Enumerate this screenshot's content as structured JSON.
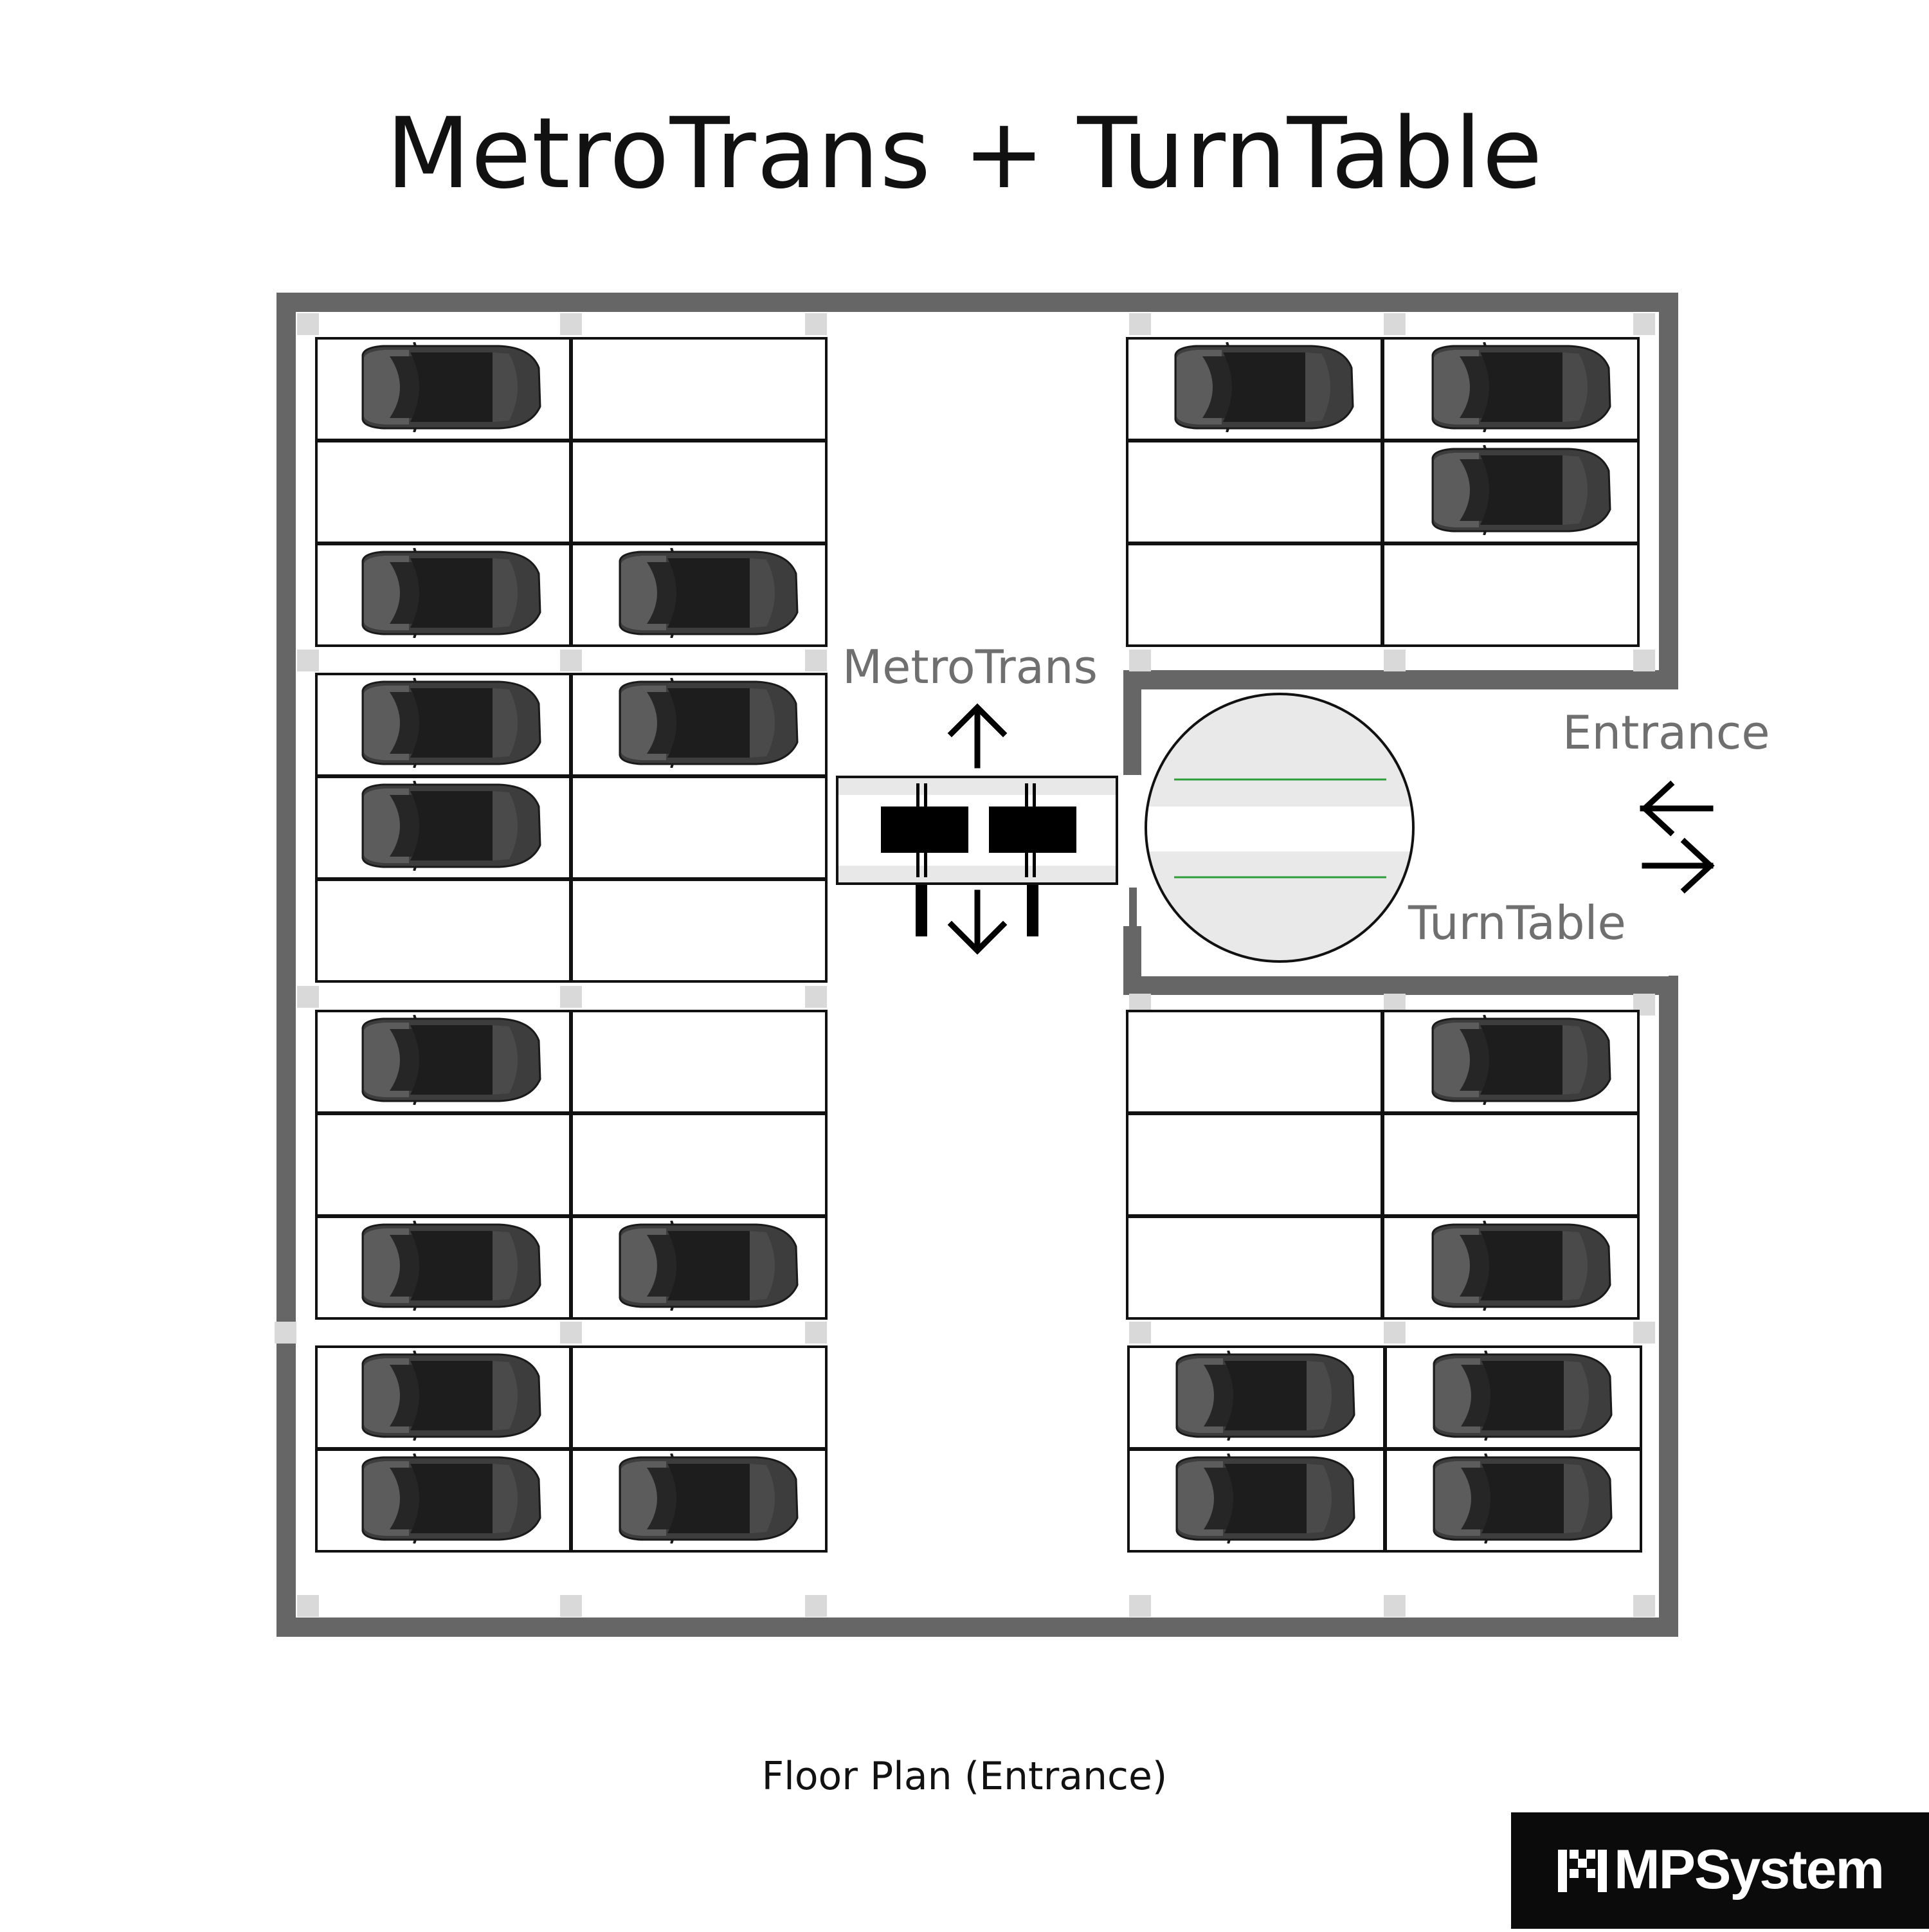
{
  "title": "MetroTrans + TurnTable",
  "labels": {
    "metrotrans": "MetroTrans",
    "entrance": "Entrance",
    "turntable": "TurnTable"
  },
  "caption": "Floor Plan (Entrance)",
  "brand": {
    "name": "MPSystem",
    "icon": "mp-logo-icon"
  },
  "colors": {
    "wall": "#666666",
    "car_body": "#3a3a3a",
    "turntable_line": "#2e9e3a"
  },
  "icons": [
    "up-arrow-icon",
    "down-arrow-icon",
    "bidirectional-arrow-icon",
    "car-icon"
  ]
}
